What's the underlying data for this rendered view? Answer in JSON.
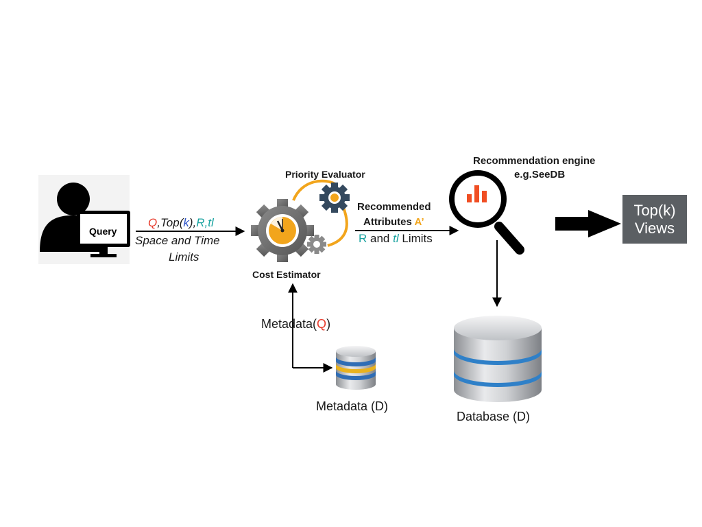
{
  "user": {
    "screen_label": "Query"
  },
  "input_edge": {
    "q": "Q",
    "sep1": ",",
    "top_prefix": "Top(",
    "k": "k",
    "top_suffix": "),",
    "r": "R,",
    "tl": "tl",
    "line2": "Space and Time",
    "line3": "Limits"
  },
  "cost_estimator": {
    "label": "Cost Estimator"
  },
  "priority_evaluator": {
    "label": "Priority Evaluator"
  },
  "output_edge": {
    "line1": "Recommended",
    "line2_prefix": "Attributes",
    "line2_attr": "A’",
    "r": "R",
    "and": "and",
    "tl": "tl",
    "limits": "Limits"
  },
  "engine": {
    "line1": "Recommendation engine",
    "line2": "e.g.SeeDB"
  },
  "result": {
    "line1": "Top(k)",
    "line2": "Views"
  },
  "metadata_edge": {
    "prefix": "Metadata(",
    "q": "Q",
    "suffix": ")"
  },
  "metadata_db": {
    "label": "Metadata (D)"
  },
  "database": {
    "label": "Database (D)"
  },
  "colors": {
    "red": "#e8392a",
    "blue": "#2b52c8",
    "teal": "#1aa3a0",
    "orange": "#f2a51c",
    "gear_gray": "#6e6e6e",
    "navy_gear": "#34495e",
    "result_box": "#5b5f63"
  },
  "icons": [
    "user-icon",
    "monitor-icon",
    "gear-icon",
    "clock-icon",
    "magnifier-icon",
    "bar-chart-icon",
    "database-icon",
    "arrow-icon"
  ]
}
